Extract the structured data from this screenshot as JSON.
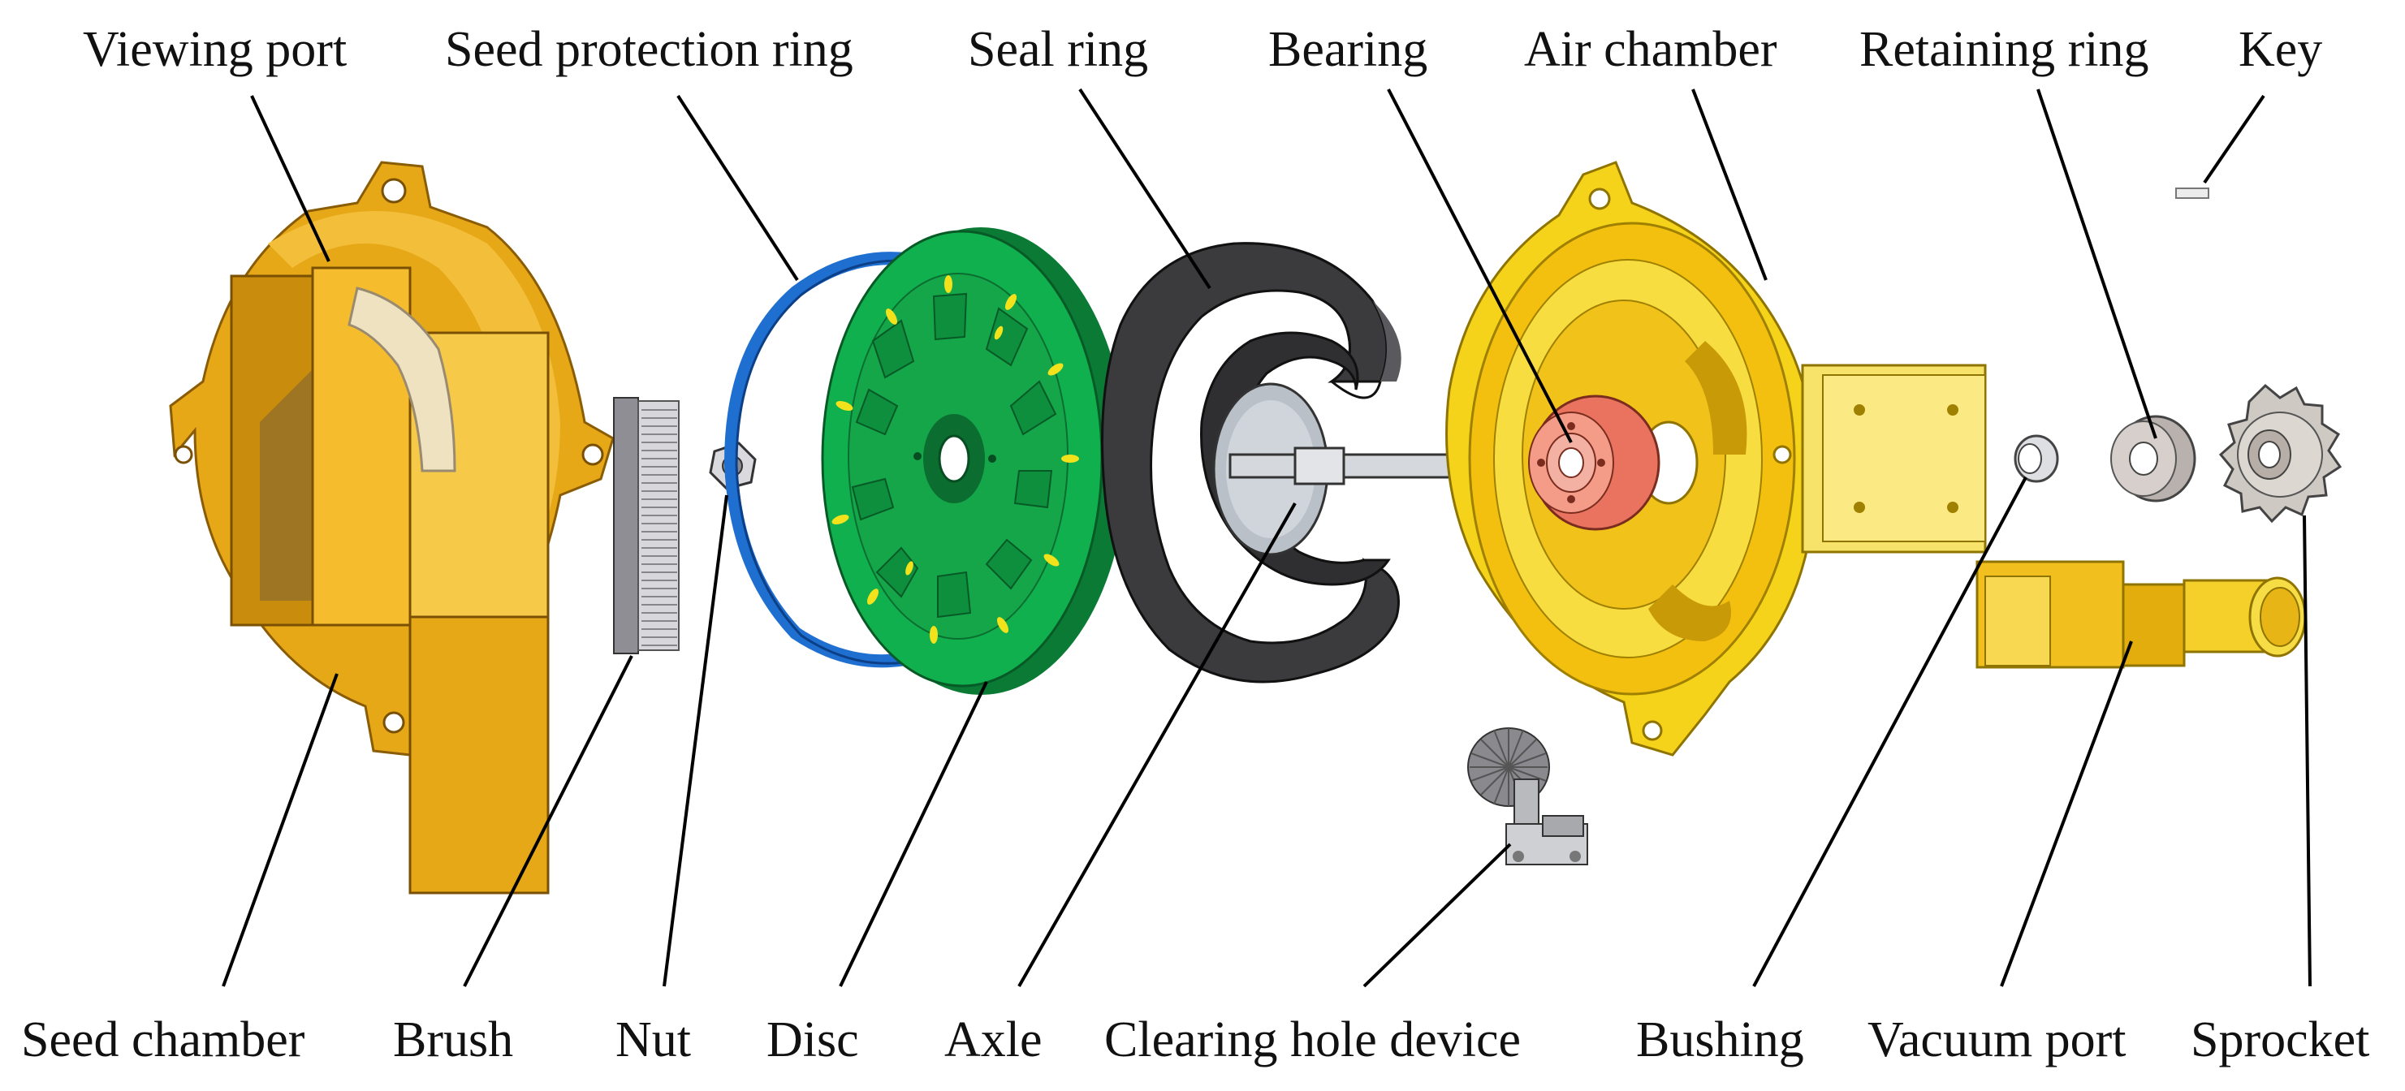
{
  "labels": {
    "viewing_port": "Viewing port",
    "seed_protection_ring": "Seed protection ring",
    "seal_ring": "Seal ring",
    "bearing": "Bearing",
    "air_chamber": "Air chamber",
    "retaining_ring": "Retaining ring",
    "key": "Key",
    "seed_chamber": "Seed chamber",
    "brush": "Brush",
    "nut": "Nut",
    "disc": "Disc",
    "axle": "Axle",
    "clearing_hole_device": "Clearing hole device",
    "bushing": "Bushing",
    "vacuum_port": "Vacuum port",
    "sprocket": "Sprocket"
  },
  "colors": {
    "housing_gold": "#e6a817",
    "housing_light": "#f7c948",
    "housing_dark": "#b07a0a",
    "air_chamber_yellow": "#f5d31a",
    "disc_green": "#11b04e",
    "disc_dark": "#0a7a35",
    "ring_blue": "#1f6fd1",
    "seal_dark": "#3a3a3a",
    "bearing_salmon": "#f08a78",
    "metal_grey": "#c8c8cc",
    "leader_line": "#000000"
  }
}
